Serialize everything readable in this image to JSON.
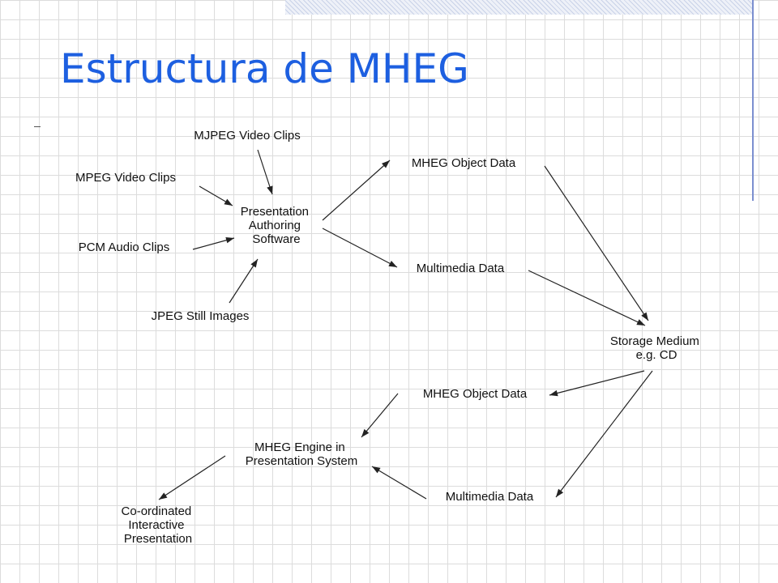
{
  "slide": {
    "title": "Estructura de MHEG"
  },
  "nodes": {
    "mjpeg": [
      "MJPEG  Video  Clips"
    ],
    "mpeg": [
      "MPEG  Video  Clips"
    ],
    "pcm": [
      "PCM  Audio  Clips"
    ],
    "jpeg": [
      "JPEG  Still  Images"
    ],
    "authoring": [
      "Presentation",
      "Authoring",
      "Software"
    ],
    "mheg_obj_1": [
      "MHEG  Object  Data"
    ],
    "multimedia_1": [
      "Multimedia  Data"
    ],
    "storage": [
      "Storage  Medium",
      "e.g.  CD"
    ],
    "mheg_obj_2": [
      "MHEG  Object  Data"
    ],
    "multimedia_2": [
      "Multimedia  Data"
    ],
    "engine": [
      "MHEG  Engine  in",
      "Presentation  System"
    ],
    "presentation": [
      "Co-ordinated",
      "Interactive",
      "Presentation"
    ]
  }
}
